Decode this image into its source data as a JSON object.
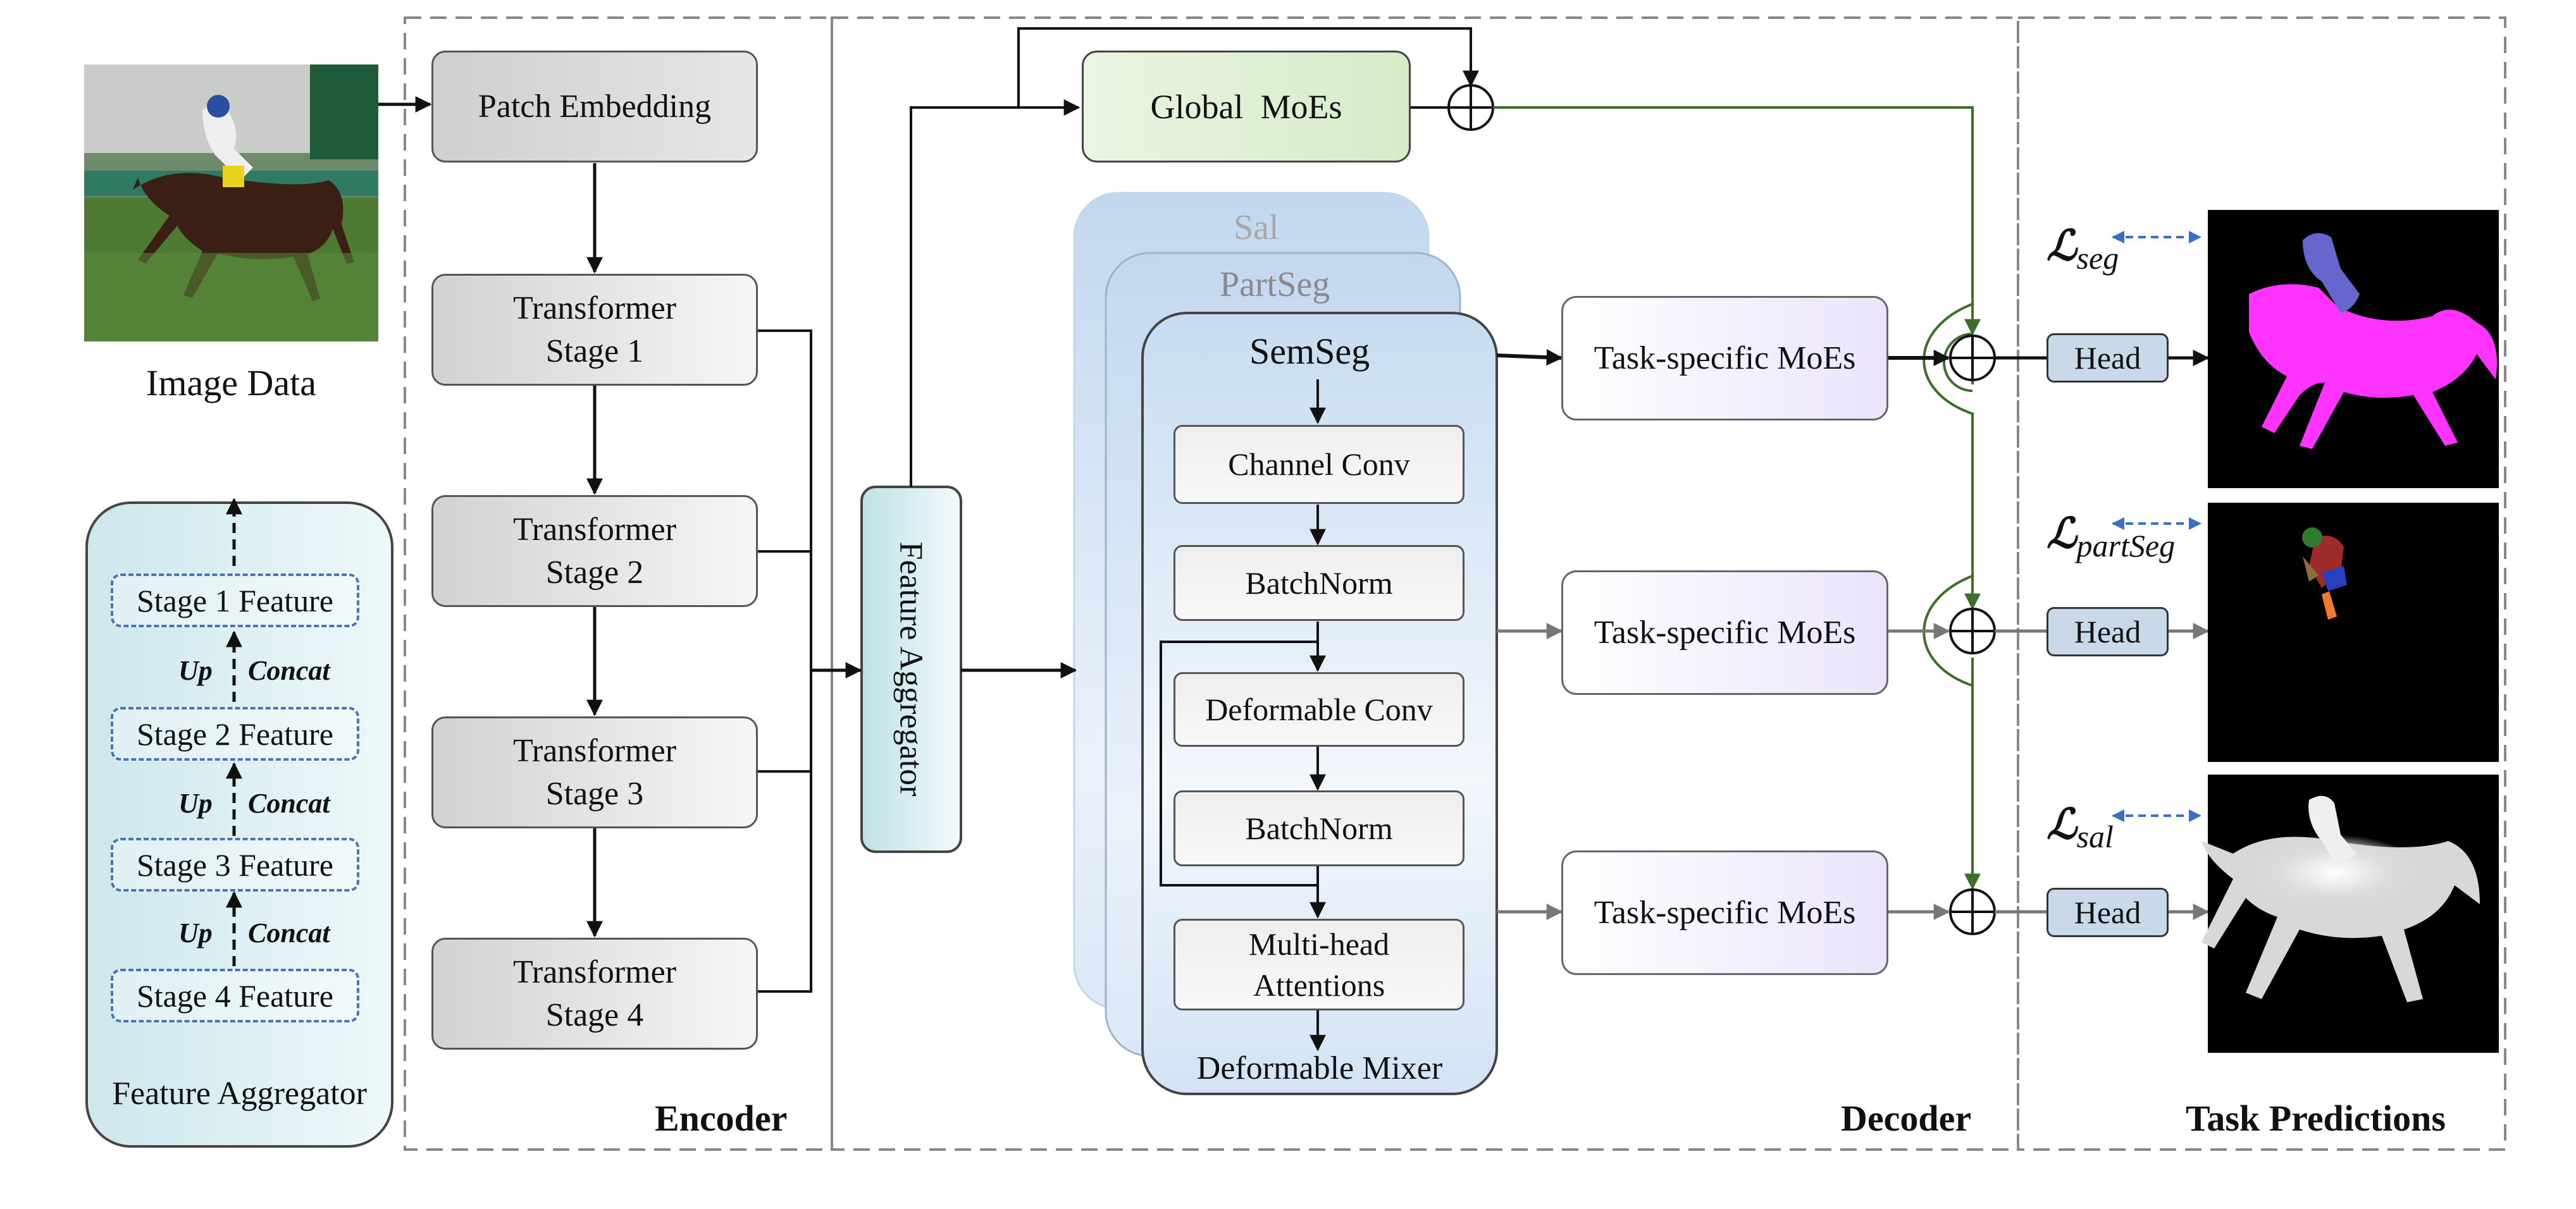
{
  "image_data_label": "Image Data",
  "encoder": {
    "title": "Encoder",
    "patch_embedding": "Patch Embedding",
    "stages": [
      {
        "line1": "Transformer",
        "line2": "Stage 1"
      },
      {
        "line1": "Transformer",
        "line2": "Stage 2"
      },
      {
        "line1": "Transformer",
        "line2": "Stage 3"
      },
      {
        "line1": "Transformer",
        "line2": "Stage 4"
      }
    ]
  },
  "aggregator_panel": {
    "title": "Feature Aggregator",
    "features": [
      "Stage 1 Feature",
      "Stage 2 Feature",
      "Stage 3 Feature",
      "Stage 4 Feature"
    ],
    "up_label": "Up",
    "concat_label": "Concat"
  },
  "feature_aggregator_label": "Feature Aggregator",
  "decoder": {
    "title": "Decoder",
    "global_moes": "Global  MoEs",
    "stack_labels": {
      "back": "Sal",
      "middle": "PartSeg",
      "front": "SemSeg"
    },
    "mixer": {
      "blocks": [
        "Channel Conv",
        "BatchNorm",
        "Deformable Conv",
        "BatchNorm"
      ],
      "attention_line1": "Multi-head",
      "attention_line2": "Attentions",
      "title": "Deformable Mixer"
    },
    "task_moes": [
      "Task-specific MoEs",
      "Task-specific MoEs",
      "Task-specific MoEs"
    ]
  },
  "predictions": {
    "title": "Task Predictions",
    "head_labels": [
      "Head",
      "Head",
      "Head"
    ],
    "losses": [
      {
        "symbol": "ℒ",
        "subscript": "seg"
      },
      {
        "symbol": "ℒ",
        "subscript": "partSeg"
      },
      {
        "symbol": "ℒ",
        "subscript": "sal"
      }
    ]
  },
  "colors": {
    "dashed_border": "#888888",
    "green_connector": "#3f6e2a",
    "blue_dash_arrow": "#3a6fc4",
    "seg_magenta": "#ff33ff",
    "rider_blue": "#6666cc",
    "global_moes_fill": "#e3f0d9"
  }
}
